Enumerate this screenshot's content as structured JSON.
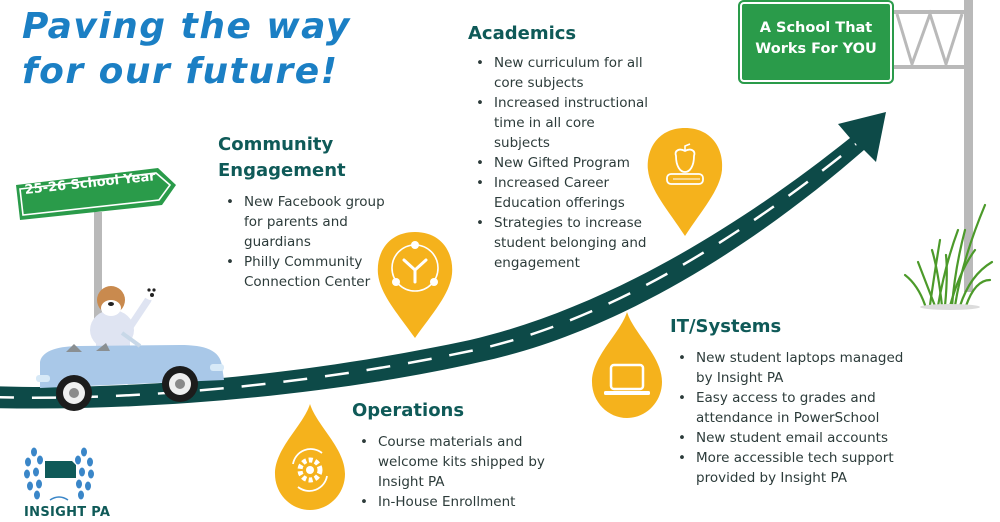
{
  "header": {
    "title_line1": "Paving the way",
    "title_line2": "for our future!"
  },
  "signs": {
    "year_sign": "25-26 School Year",
    "destination_line1": "A School That",
    "destination_line2": "Works For YOU"
  },
  "sections": {
    "community": {
      "title_line1": "Community",
      "title_line2": "Engagement",
      "icon": "community-hands-icon",
      "items": [
        "New Facebook group for parents and guardians",
        "Philly Community Connection Center"
      ]
    },
    "academics": {
      "title": "Academics",
      "icon": "apple-book-icon",
      "items": [
        "New curriculum for all core subjects",
        "Increased instructional time in all core subjects",
        "New Gifted Program",
        "Increased Career Education offerings",
        "Strategies to increase student belonging and engagement"
      ]
    },
    "operations": {
      "title": "Operations",
      "icon": "gear-cycle-icon",
      "items": [
        "Course materials and welcome kits shipped by Insight PA",
        "In-House Enrollment"
      ]
    },
    "it_systems": {
      "title": "IT/Systems",
      "icon": "laptop-icon",
      "items": [
        "New student laptops managed by Insight PA",
        "Easy access to grades and attendance in PowerSchool",
        "New student email accounts",
        "More accessible tech support provided by Insight PA"
      ]
    }
  },
  "logo": {
    "name": "INSIGHT PA"
  },
  "colors": {
    "title_blue": "#1b7fc4",
    "heading_teal": "#0f5a58",
    "road": "#0d4a48",
    "pin_yellow": "#f5b21c",
    "sign_green": "#2a9b4a",
    "car_blue": "#a9c8e8"
  }
}
